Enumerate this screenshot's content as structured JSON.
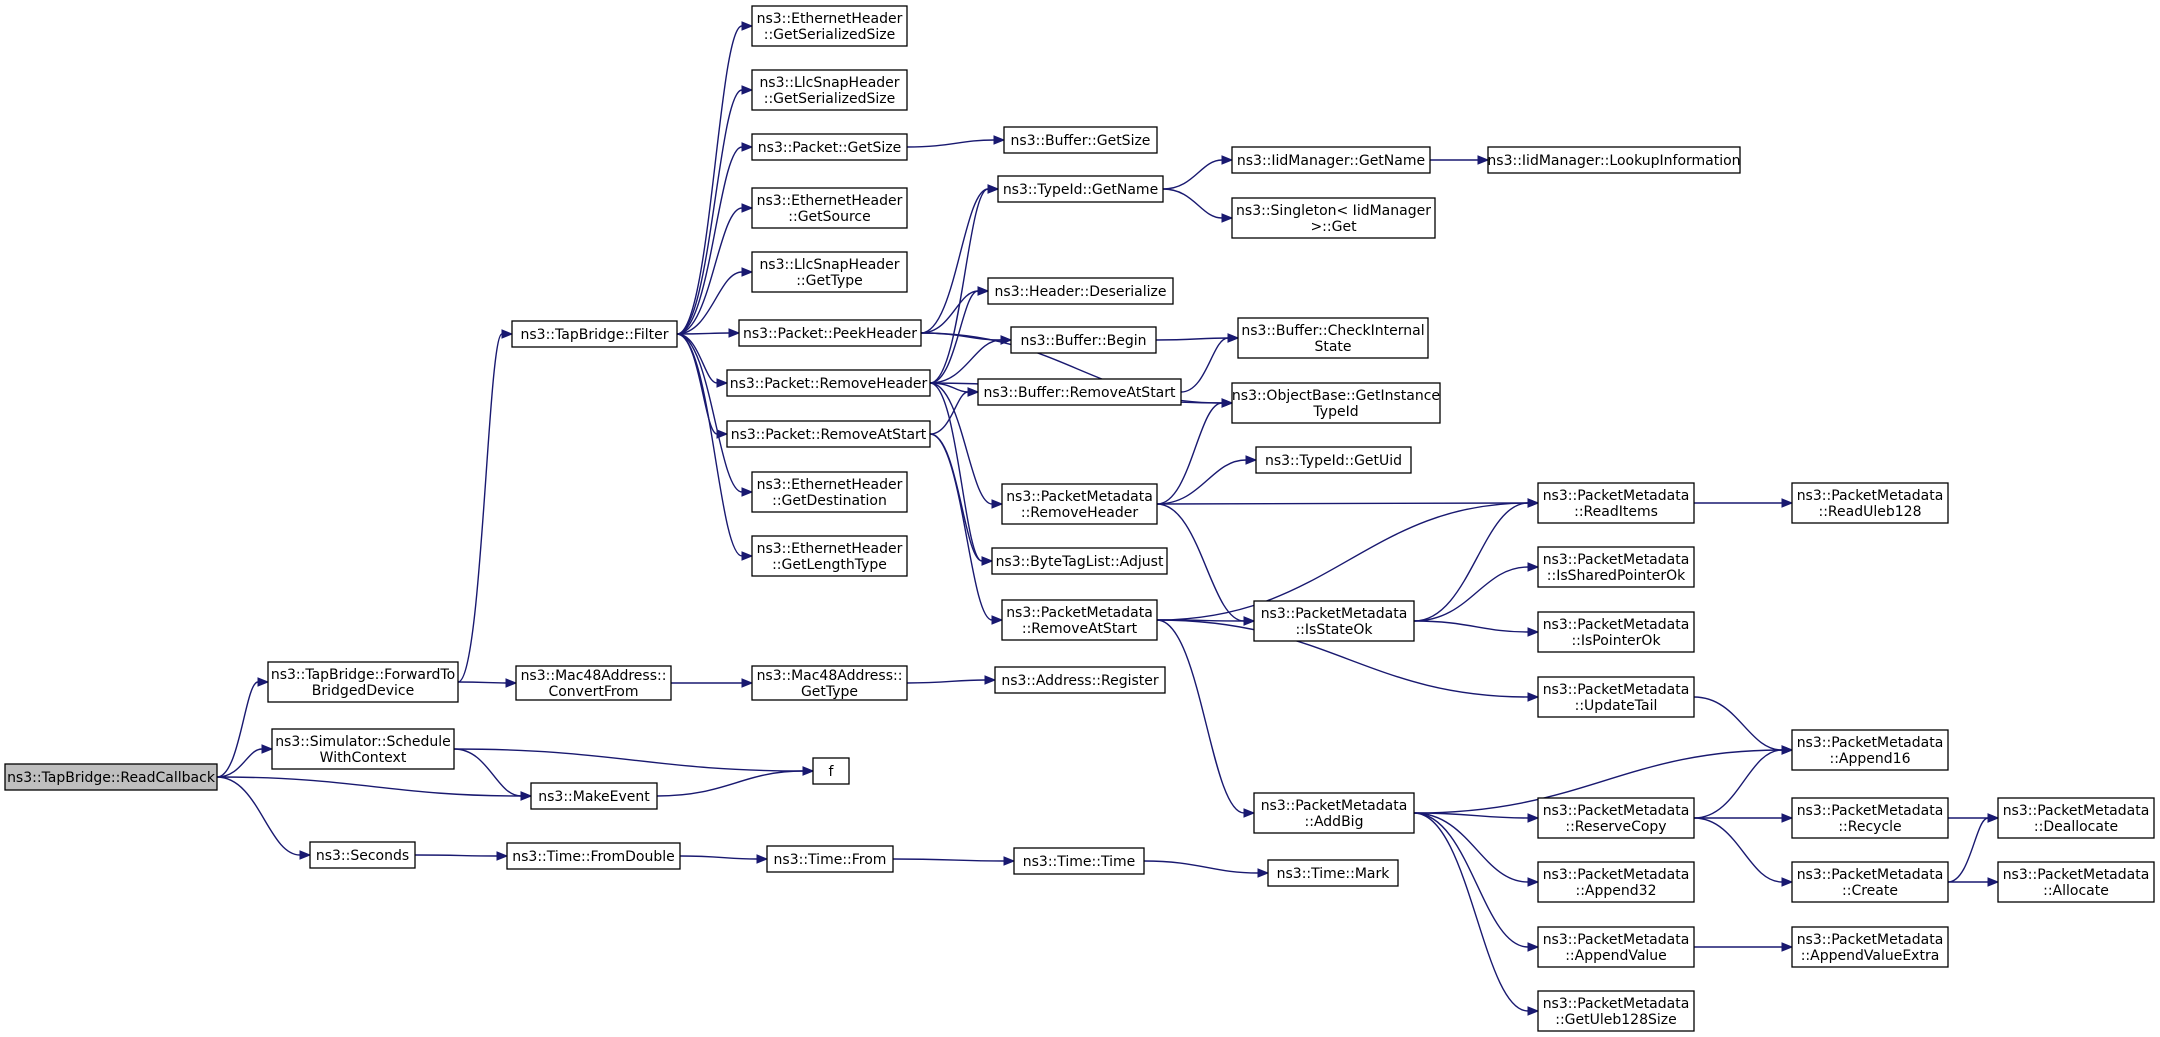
{
  "graph": {
    "nodes": [
      {
        "id": "readcallback",
        "lines": [
          "ns3::TapBridge::ReadCallback"
        ],
        "root": true
      },
      {
        "id": "forward",
        "lines": [
          "ns3::TapBridge::ForwardTo",
          "BridgedDevice"
        ]
      },
      {
        "id": "schedule",
        "lines": [
          "ns3::Simulator::Schedule",
          "WithContext"
        ]
      },
      {
        "id": "seconds",
        "lines": [
          "ns3::Seconds"
        ]
      },
      {
        "id": "filter",
        "lines": [
          "ns3::TapBridge::Filter"
        ]
      },
      {
        "id": "mac_convert",
        "lines": [
          "ns3::Mac48Address::",
          "ConvertFrom"
        ]
      },
      {
        "id": "makeevent",
        "lines": [
          "ns3::MakeEvent"
        ]
      },
      {
        "id": "f",
        "lines": [
          "f"
        ]
      },
      {
        "id": "fromdouble",
        "lines": [
          "ns3::Time::FromDouble"
        ]
      },
      {
        "id": "eth_sersize",
        "lines": [
          "ns3::EthernetHeader",
          "::GetSerializedSize"
        ]
      },
      {
        "id": "llc_sersize",
        "lines": [
          "ns3::LlcSnapHeader",
          "::GetSerializedSize"
        ]
      },
      {
        "id": "pkt_getsize",
        "lines": [
          "ns3::Packet::GetSize"
        ]
      },
      {
        "id": "eth_source",
        "lines": [
          "ns3::EthernetHeader",
          "::GetSource"
        ]
      },
      {
        "id": "llc_type",
        "lines": [
          "ns3::LlcSnapHeader",
          "::GetType"
        ]
      },
      {
        "id": "peekheader",
        "lines": [
          "ns3::Packet::PeekHeader"
        ]
      },
      {
        "id": "removeheader",
        "lines": [
          "ns3::Packet::RemoveHeader"
        ]
      },
      {
        "id": "removeatstart",
        "lines": [
          "ns3::Packet::RemoveAtStart"
        ]
      },
      {
        "id": "eth_dest",
        "lines": [
          "ns3::EthernetHeader",
          "::GetDestination"
        ]
      },
      {
        "id": "eth_lentype",
        "lines": [
          "ns3::EthernetHeader",
          "::GetLengthType"
        ]
      },
      {
        "id": "mac_gettype",
        "lines": [
          "ns3::Mac48Address::",
          "GetType"
        ]
      },
      {
        "id": "time_from",
        "lines": [
          "ns3::Time::From"
        ]
      },
      {
        "id": "buf_getsize",
        "lines": [
          "ns3::Buffer::GetSize"
        ]
      },
      {
        "id": "typeid_getname",
        "lines": [
          "ns3::TypeId::GetName"
        ]
      },
      {
        "id": "hdr_deser",
        "lines": [
          "ns3::Header::Deserialize"
        ]
      },
      {
        "id": "buf_begin",
        "lines": [
          "ns3::Buffer::Begin"
        ]
      },
      {
        "id": "buf_removeatstart",
        "lines": [
          "ns3::Buffer::RemoveAtStart"
        ]
      },
      {
        "id": "pm_removeheader",
        "lines": [
          "ns3::PacketMetadata",
          "::RemoveHeader"
        ]
      },
      {
        "id": "bytetag_adjust",
        "lines": [
          "ns3::ByteTagList::Adjust"
        ]
      },
      {
        "id": "pm_removeatstart",
        "lines": [
          "ns3::PacketMetadata",
          "::RemoveAtStart"
        ]
      },
      {
        "id": "addr_register",
        "lines": [
          "ns3::Address::Register"
        ]
      },
      {
        "id": "time_time",
        "lines": [
          "ns3::Time::Time"
        ]
      },
      {
        "id": "iid_getname",
        "lines": [
          "ns3::IidManager::GetName"
        ]
      },
      {
        "id": "singleton_get",
        "lines": [
          "ns3::Singleton< IidManager",
          ">::Get"
        ]
      },
      {
        "id": "buf_checkinternal",
        "lines": [
          "ns3::Buffer::CheckInternal",
          "State"
        ]
      },
      {
        "id": "objbase_getinst",
        "lines": [
          "ns3::ObjectBase::GetInstance",
          "TypeId"
        ]
      },
      {
        "id": "typeid_getuid",
        "lines": [
          "ns3::TypeId::GetUid"
        ]
      },
      {
        "id": "pm_isstateok",
        "lines": [
          "ns3::PacketMetadata",
          "::IsStateOk"
        ]
      },
      {
        "id": "pm_addbig",
        "lines": [
          "ns3::PacketMetadata",
          "::AddBig"
        ]
      },
      {
        "id": "time_mark",
        "lines": [
          "ns3::Time::Mark"
        ]
      },
      {
        "id": "iid_lookup",
        "lines": [
          "ns3::IidManager::LookupInformation"
        ]
      },
      {
        "id": "pm_readitems",
        "lines": [
          "ns3::PacketMetadata",
          "::ReadItems"
        ]
      },
      {
        "id": "pm_issharedptr",
        "lines": [
          "ns3::PacketMetadata",
          "::IsSharedPointerOk"
        ]
      },
      {
        "id": "pm_isptr",
        "lines": [
          "ns3::PacketMetadata",
          "::IsPointerOk"
        ]
      },
      {
        "id": "pm_updatetail",
        "lines": [
          "ns3::PacketMetadata",
          "::UpdateTail"
        ]
      },
      {
        "id": "pm_reservecopy",
        "lines": [
          "ns3::PacketMetadata",
          "::ReserveCopy"
        ]
      },
      {
        "id": "pm_append32",
        "lines": [
          "ns3::PacketMetadata",
          "::Append32"
        ]
      },
      {
        "id": "pm_appendvalue",
        "lines": [
          "ns3::PacketMetadata",
          "::AppendValue"
        ]
      },
      {
        "id": "pm_getuleb",
        "lines": [
          "ns3::PacketMetadata",
          "::GetUleb128Size"
        ]
      },
      {
        "id": "pm_readuleb",
        "lines": [
          "ns3::PacketMetadata",
          "::ReadUleb128"
        ]
      },
      {
        "id": "pm_append16",
        "lines": [
          "ns3::PacketMetadata",
          "::Append16"
        ]
      },
      {
        "id": "pm_recycle",
        "lines": [
          "ns3::PacketMetadata",
          "::Recycle"
        ]
      },
      {
        "id": "pm_create",
        "lines": [
          "ns3::PacketMetadata",
          "::Create"
        ]
      },
      {
        "id": "pm_appendvalueextra",
        "lines": [
          "ns3::PacketMetadata",
          "::AppendValueExtra"
        ]
      },
      {
        "id": "pm_deallocate",
        "lines": [
          "ns3::PacketMetadata",
          "::Deallocate"
        ]
      },
      {
        "id": "pm_allocate",
        "lines": [
          "ns3::PacketMetadata",
          "::Allocate"
        ]
      }
    ],
    "edges": [
      [
        "readcallback",
        "forward"
      ],
      [
        "readcallback",
        "schedule"
      ],
      [
        "readcallback",
        "makeevent"
      ],
      [
        "readcallback",
        "seconds"
      ],
      [
        "forward",
        "filter"
      ],
      [
        "forward",
        "mac_convert"
      ],
      [
        "schedule",
        "makeevent"
      ],
      [
        "schedule",
        "f"
      ],
      [
        "makeevent",
        "f"
      ],
      [
        "seconds",
        "fromdouble"
      ],
      [
        "fromdouble",
        "time_from"
      ],
      [
        "time_from",
        "time_time"
      ],
      [
        "time_time",
        "time_mark"
      ],
      [
        "mac_convert",
        "mac_gettype"
      ],
      [
        "mac_gettype",
        "addr_register"
      ],
      [
        "filter",
        "eth_sersize"
      ],
      [
        "filter",
        "llc_sersize"
      ],
      [
        "filter",
        "pkt_getsize"
      ],
      [
        "filter",
        "eth_source"
      ],
      [
        "filter",
        "llc_type"
      ],
      [
        "filter",
        "peekheader"
      ],
      [
        "filter",
        "removeheader"
      ],
      [
        "filter",
        "removeatstart"
      ],
      [
        "filter",
        "eth_dest"
      ],
      [
        "filter",
        "eth_lentype"
      ],
      [
        "pkt_getsize",
        "buf_getsize"
      ],
      [
        "peekheader",
        "typeid_getname"
      ],
      [
        "peekheader",
        "hdr_deser"
      ],
      [
        "peekheader",
        "buf_begin"
      ],
      [
        "peekheader",
        "objbase_getinst"
      ],
      [
        "removeheader",
        "typeid_getname"
      ],
      [
        "removeheader",
        "hdr_deser"
      ],
      [
        "removeheader",
        "buf_begin"
      ],
      [
        "removeheader",
        "buf_removeatstart"
      ],
      [
        "removeheader",
        "objbase_getinst"
      ],
      [
        "removeheader",
        "pm_removeheader"
      ],
      [
        "removeheader",
        "bytetag_adjust"
      ],
      [
        "removeatstart",
        "buf_removeatstart"
      ],
      [
        "removeatstart",
        "bytetag_adjust"
      ],
      [
        "removeatstart",
        "pm_removeatstart"
      ],
      [
        "typeid_getname",
        "iid_getname"
      ],
      [
        "typeid_getname",
        "singleton_get"
      ],
      [
        "iid_getname",
        "iid_lookup"
      ],
      [
        "buf_begin",
        "buf_checkinternal"
      ],
      [
        "buf_removeatstart",
        "buf_checkinternal"
      ],
      [
        "pm_removeheader",
        "objbase_getinst"
      ],
      [
        "pm_removeheader",
        "typeid_getuid"
      ],
      [
        "pm_removeheader",
        "pm_readitems"
      ],
      [
        "pm_removeheader",
        "pm_isstateok"
      ],
      [
        "pm_removeatstart",
        "pm_readitems"
      ],
      [
        "pm_removeatstart",
        "pm_isstateok"
      ],
      [
        "pm_removeatstart",
        "pm_updatetail"
      ],
      [
        "pm_removeatstart",
        "pm_addbig"
      ],
      [
        "pm_isstateok",
        "pm_readitems"
      ],
      [
        "pm_isstateok",
        "pm_issharedptr"
      ],
      [
        "pm_isstateok",
        "pm_isptr"
      ],
      [
        "pm_readitems",
        "pm_readuleb"
      ],
      [
        "pm_updatetail",
        "pm_append16"
      ],
      [
        "pm_addbig",
        "pm_append16"
      ],
      [
        "pm_addbig",
        "pm_reservecopy"
      ],
      [
        "pm_addbig",
        "pm_append32"
      ],
      [
        "pm_addbig",
        "pm_appendvalue"
      ],
      [
        "pm_addbig",
        "pm_getuleb"
      ],
      [
        "pm_reservecopy",
        "pm_append16"
      ],
      [
        "pm_reservecopy",
        "pm_recycle"
      ],
      [
        "pm_reservecopy",
        "pm_create"
      ],
      [
        "pm_recycle",
        "pm_deallocate"
      ],
      [
        "pm_create",
        "pm_deallocate"
      ],
      [
        "pm_create",
        "pm_allocate"
      ],
      [
        "pm_appendvalue",
        "pm_appendvalueextra"
      ]
    ]
  }
}
